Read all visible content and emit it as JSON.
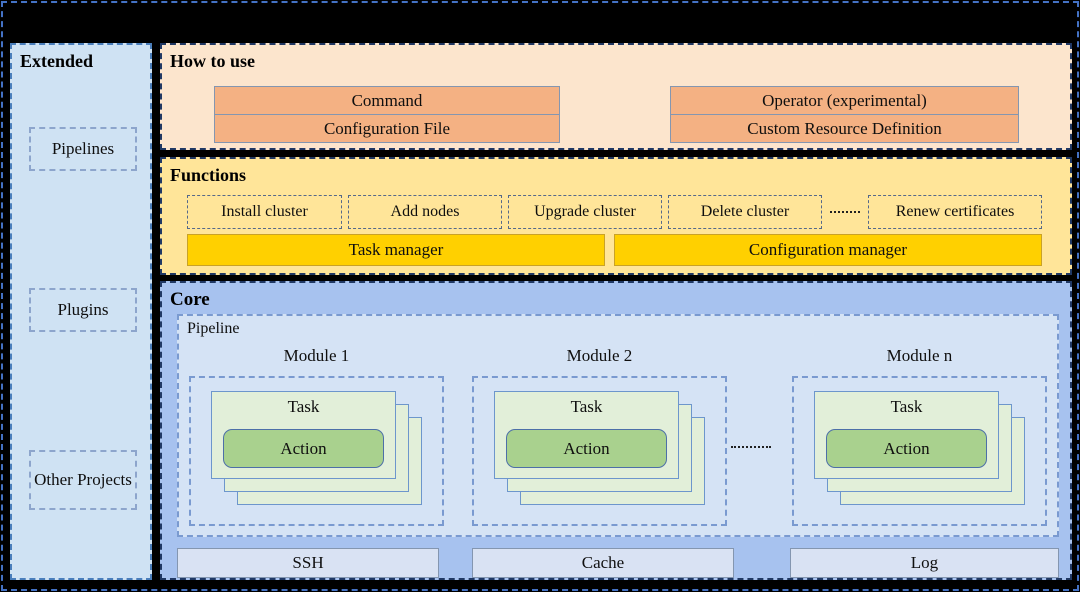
{
  "diagram": {
    "background": "#000000",
    "frame_color": "#4472c4"
  },
  "sidebar": {
    "title": "Extended",
    "items": [
      {
        "label": "Pipelines"
      },
      {
        "label": "Plugins"
      },
      {
        "label": "Other Projects"
      }
    ]
  },
  "howto": {
    "title": "How to use",
    "groups": [
      {
        "items": [
          "Command",
          "Configuration File"
        ]
      },
      {
        "items": [
          "Operator (experimental)",
          "Custom Resource Definition"
        ]
      }
    ]
  },
  "functions": {
    "title": "Functions",
    "items": [
      "Install cluster",
      "Add nodes",
      "Upgrade cluster",
      "Delete cluster",
      "Renew certificates"
    ],
    "managers": [
      "Task manager",
      "Configuration manager"
    ]
  },
  "core": {
    "title": "Core",
    "pipeline": {
      "label": "Pipeline",
      "modules": [
        {
          "label": "Module 1"
        },
        {
          "label": "Module 2"
        },
        {
          "label": "Module n"
        }
      ],
      "card": {
        "task": "Task",
        "action": "Action"
      }
    },
    "services": [
      "SSH",
      "Cache",
      "Log"
    ]
  },
  "colors": {
    "sidebar_bg": "#cfe2f3",
    "howto_bg": "#fce5cd",
    "howto_box": "#f4b183",
    "functions_bg": "#ffe599",
    "manager_bg": "#ffd000",
    "core_bg": "#a7c2ef",
    "pipeline_bg": "#d5e3f5",
    "task_card_bg": "#e2efd9",
    "action_bg": "#a9d18e",
    "service_bg": "#d9e2f3",
    "section_border": "#203864"
  }
}
